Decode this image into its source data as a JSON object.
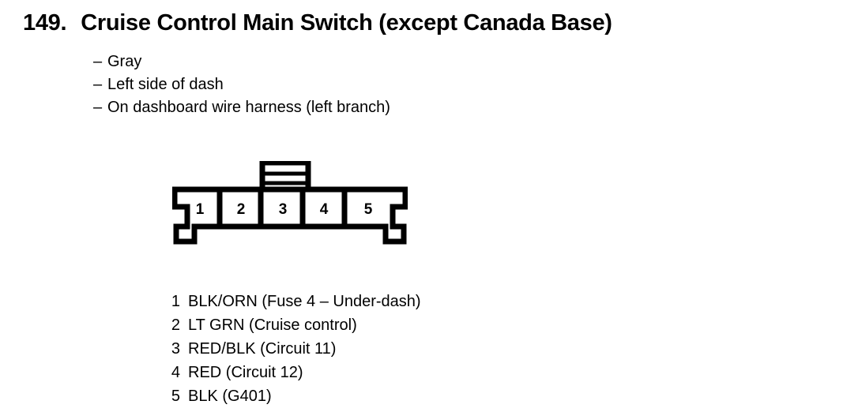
{
  "title": {
    "number": "149.",
    "text": "Cruise Control Main Switch (except Canada Base)"
  },
  "attributes": [
    {
      "dash": "–",
      "label": "Gray"
    },
    {
      "dash": "–",
      "label": "Left side of dash"
    },
    {
      "dash": "–",
      "label": "On dashboard wire harness (left branch)"
    }
  ],
  "connector": {
    "cavity_count": 5,
    "cavity_labels": [
      "1",
      "2",
      "3",
      "4",
      "5"
    ],
    "locking_tab_position": "top-center-above-cavity-3",
    "locking_tab_slots": 2,
    "outline_color": "#000000"
  },
  "pin_legend": [
    {
      "pin": "1",
      "description": "BLK/ORN (Fuse 4 – Under-dash)"
    },
    {
      "pin": "2",
      "description": "LT GRN (Cruise control)"
    },
    {
      "pin": "3",
      "description": "RED/BLK (Circuit 11)"
    },
    {
      "pin": "4",
      "description": "RED (Circuit 12)"
    },
    {
      "pin": "5",
      "description": "BLK (G401)"
    }
  ]
}
